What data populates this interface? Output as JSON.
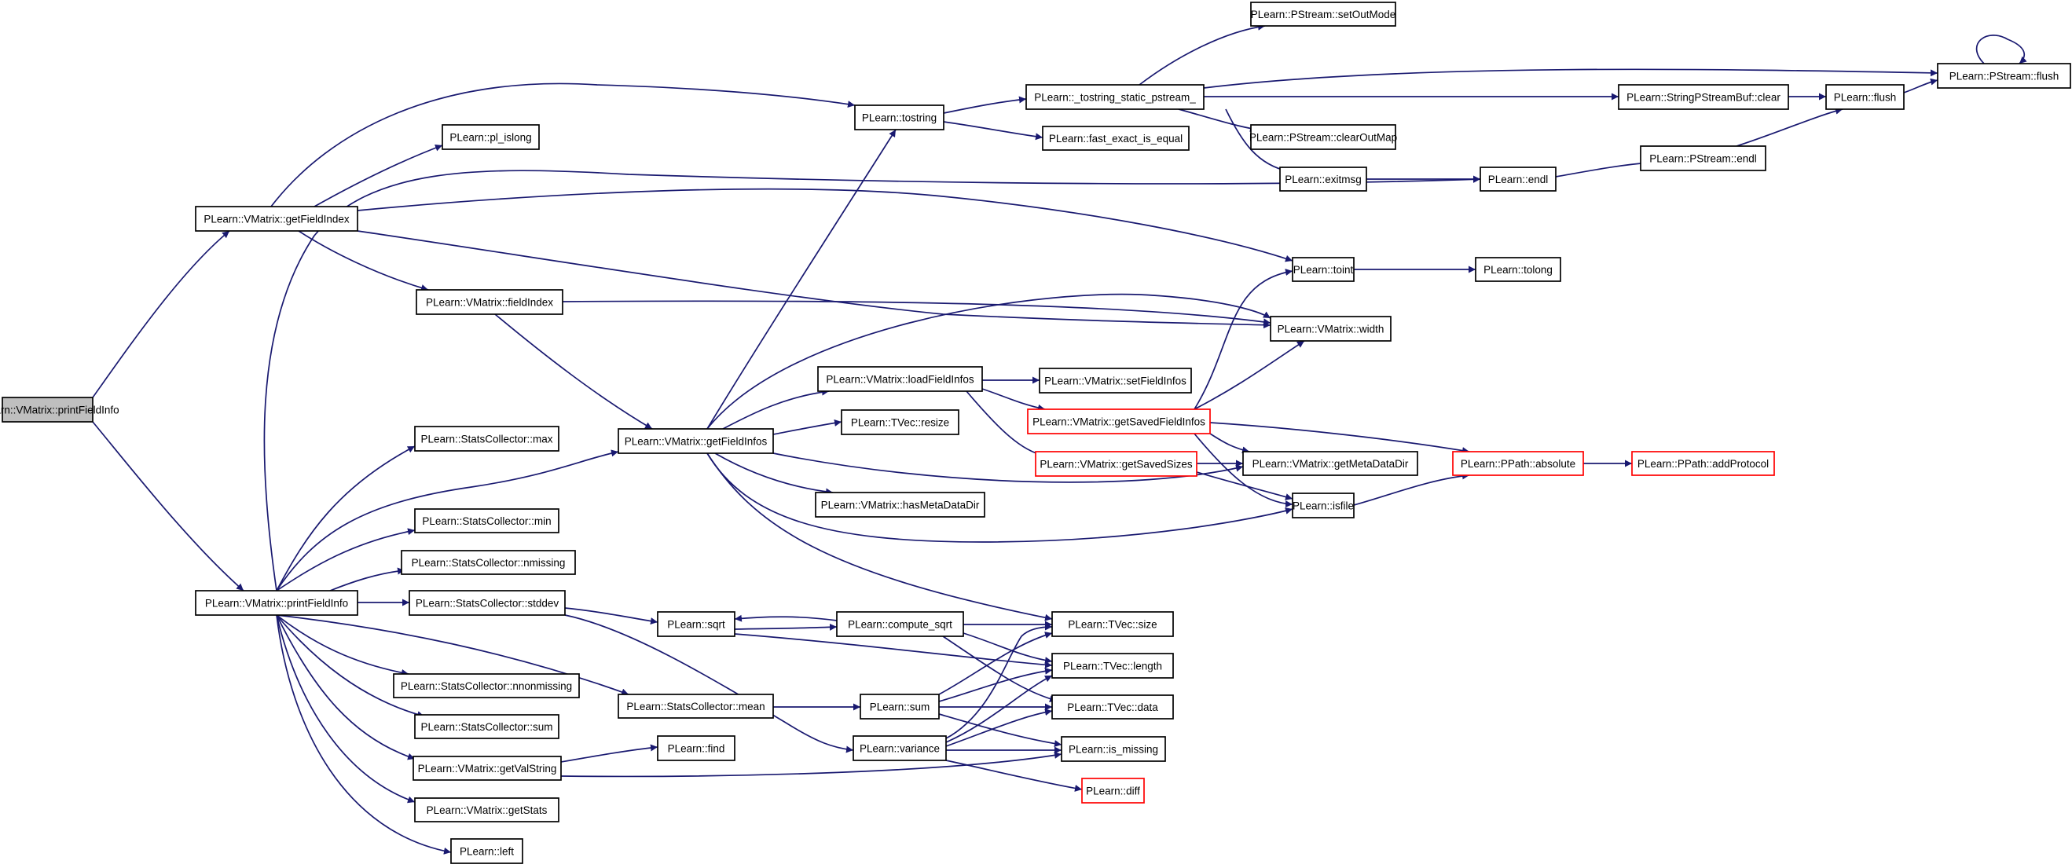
{
  "diagram": {
    "type": "call-graph",
    "colors": {
      "edge": "#191970",
      "node_border": "#000000",
      "truncated_border": "#ff0000",
      "focus_fill": "#bfbfbf",
      "node_fill": "#ffffff"
    },
    "nodes": [
      {
        "id": "root",
        "label": "PLearn::VMatrix::printFieldInfo",
        "state": "focus"
      },
      {
        "id": "getFieldIndex",
        "label": "PLearn::VMatrix::getFieldIndex",
        "state": "normal"
      },
      {
        "id": "printFieldInfo2",
        "label": "PLearn::VMatrix::printFieldInfo",
        "state": "normal"
      },
      {
        "id": "pl_islong",
        "label": "PLearn::pl_islong",
        "state": "normal"
      },
      {
        "id": "fieldIndex",
        "label": "PLearn::VMatrix::fieldIndex",
        "state": "normal"
      },
      {
        "id": "max",
        "label": "PLearn::StatsCollector::max",
        "state": "normal"
      },
      {
        "id": "min",
        "label": "PLearn::StatsCollector::min",
        "state": "normal"
      },
      {
        "id": "nmissing",
        "label": "PLearn::StatsCollector::nmissing",
        "state": "normal"
      },
      {
        "id": "stddev",
        "label": "PLearn::StatsCollector::stddev",
        "state": "normal"
      },
      {
        "id": "nnonmissing",
        "label": "PLearn::StatsCollector::nnonmissing",
        "state": "normal"
      },
      {
        "id": "sumSC",
        "label": "PLearn::StatsCollector::sum",
        "state": "normal"
      },
      {
        "id": "getValString",
        "label": "PLearn::VMatrix::getValString",
        "state": "normal"
      },
      {
        "id": "getStats",
        "label": "PLearn::VMatrix::getStats",
        "state": "normal"
      },
      {
        "id": "left",
        "label": "PLearn::left",
        "state": "normal"
      },
      {
        "id": "tostring",
        "label": "PLearn::tostring",
        "state": "normal"
      },
      {
        "id": "getFieldInfos",
        "label": "PLearn::VMatrix::getFieldInfos",
        "state": "normal"
      },
      {
        "id": "sqrt",
        "label": "PLearn::sqrt",
        "state": "normal"
      },
      {
        "id": "mean",
        "label": "PLearn::StatsCollector::mean",
        "state": "normal"
      },
      {
        "id": "find",
        "label": "PLearn::find",
        "state": "normal"
      },
      {
        "id": "loadFieldInfos",
        "label": "PLearn::VMatrix::loadFieldInfos",
        "state": "normal"
      },
      {
        "id": "resize",
        "label": "PLearn::TVec::resize",
        "state": "normal"
      },
      {
        "id": "hasMetaDataDir",
        "label": "PLearn::VMatrix::hasMetaDataDir",
        "state": "normal"
      },
      {
        "id": "compute_sqrt",
        "label": "PLearn::compute_sqrt",
        "state": "normal"
      },
      {
        "id": "sum",
        "label": "PLearn::sum",
        "state": "normal"
      },
      {
        "id": "variance",
        "label": "PLearn::variance",
        "state": "normal"
      },
      {
        "id": "tostring_static",
        "label": "PLearn::_tostring_static_pstream_",
        "state": "normal"
      },
      {
        "id": "fast_exact",
        "label": "PLearn::fast_exact_is_equal",
        "state": "normal"
      },
      {
        "id": "setFieldInfos",
        "label": "PLearn::VMatrix::setFieldInfos",
        "state": "normal"
      },
      {
        "id": "getSavedFieldInfos",
        "label": "PLearn::VMatrix::getSavedFieldInfos",
        "state": "truncated"
      },
      {
        "id": "getSavedSizes",
        "label": "PLearn::VMatrix::getSavedSizes",
        "state": "truncated"
      },
      {
        "id": "size",
        "label": "PLearn::TVec::size",
        "state": "normal"
      },
      {
        "id": "length",
        "label": "PLearn::TVec::length",
        "state": "normal"
      },
      {
        "id": "data",
        "label": "PLearn::TVec::data",
        "state": "normal"
      },
      {
        "id": "is_missing",
        "label": "PLearn::is_missing",
        "state": "normal"
      },
      {
        "id": "diff",
        "label": "PLearn::diff",
        "state": "truncated"
      },
      {
        "id": "setOutMode",
        "label": "PLearn::PStream::setOutMode",
        "state": "normal"
      },
      {
        "id": "clearOutMap",
        "label": "PLearn::PStream::clearOutMap",
        "state": "normal"
      },
      {
        "id": "exitmsg",
        "label": "PLearn::exitmsg",
        "state": "normal"
      },
      {
        "id": "toint",
        "label": "PLearn::toint",
        "state": "normal"
      },
      {
        "id": "width",
        "label": "PLearn::VMatrix::width",
        "state": "normal"
      },
      {
        "id": "getMetaDataDir",
        "label": "PLearn::VMatrix::getMetaDataDir",
        "state": "normal"
      },
      {
        "id": "isfile",
        "label": "PLearn::isfile",
        "state": "normal"
      },
      {
        "id": "endl",
        "label": "PLearn::endl",
        "state": "normal"
      },
      {
        "id": "tolong",
        "label": "PLearn::tolong",
        "state": "normal"
      },
      {
        "id": "absolute",
        "label": "PLearn::PPath::absolute",
        "state": "truncated"
      },
      {
        "id": "SPSBclear",
        "label": "PLearn::StringPStreamBuf::clear",
        "state": "normal"
      },
      {
        "id": "PSendl",
        "label": "PLearn::PStream::endl",
        "state": "normal"
      },
      {
        "id": "addProtocol",
        "label": "PLearn::PPath::addProtocol",
        "state": "truncated"
      },
      {
        "id": "flush",
        "label": "PLearn::flush",
        "state": "normal"
      },
      {
        "id": "PSflush",
        "label": "PLearn::PStream::flush",
        "state": "normal"
      }
    ],
    "edges": [
      [
        "root",
        "getFieldIndex"
      ],
      [
        "root",
        "printFieldInfo2"
      ],
      [
        "getFieldIndex",
        "tostring"
      ],
      [
        "getFieldIndex",
        "pl_islong"
      ],
      [
        "getFieldIndex",
        "fieldIndex"
      ],
      [
        "getFieldIndex",
        "toint"
      ],
      [
        "getFieldIndex",
        "width"
      ],
      [
        "fieldIndex",
        "width"
      ],
      [
        "fieldIndex",
        "getFieldInfos"
      ],
      [
        "printFieldInfo2",
        "endl"
      ],
      [
        "printFieldInfo2",
        "max"
      ],
      [
        "printFieldInfo2",
        "getFieldInfos"
      ],
      [
        "printFieldInfo2",
        "min"
      ],
      [
        "printFieldInfo2",
        "nmissing"
      ],
      [
        "printFieldInfo2",
        "stddev"
      ],
      [
        "printFieldInfo2",
        "mean"
      ],
      [
        "printFieldInfo2",
        "nnonmissing"
      ],
      [
        "printFieldInfo2",
        "sumSC"
      ],
      [
        "printFieldInfo2",
        "getValString"
      ],
      [
        "printFieldInfo2",
        "getStats"
      ],
      [
        "printFieldInfo2",
        "left"
      ],
      [
        "getFieldInfos",
        "tostring"
      ],
      [
        "getFieldInfos",
        "width"
      ],
      [
        "getFieldInfos",
        "loadFieldInfos"
      ],
      [
        "getFieldInfos",
        "resize"
      ],
      [
        "getFieldInfos",
        "hasMetaDataDir"
      ],
      [
        "getFieldInfos",
        "getMetaDataDir"
      ],
      [
        "getFieldInfos",
        "isfile"
      ],
      [
        "getFieldInfos",
        "size"
      ],
      [
        "stddev",
        "sqrt"
      ],
      [
        "stddev",
        "variance"
      ],
      [
        "sqrt",
        "compute_sqrt"
      ],
      [
        "sqrt",
        "length"
      ],
      [
        "compute_sqrt",
        "sqrt"
      ],
      [
        "compute_sqrt",
        "size"
      ],
      [
        "compute_sqrt",
        "length"
      ],
      [
        "compute_sqrt",
        "data"
      ],
      [
        "mean",
        "sum"
      ],
      [
        "getValString",
        "find"
      ],
      [
        "getValString",
        "is_missing"
      ],
      [
        "sum",
        "size"
      ],
      [
        "sum",
        "length"
      ],
      [
        "sum",
        "data"
      ],
      [
        "sum",
        "is_missing"
      ],
      [
        "variance",
        "size"
      ],
      [
        "variance",
        "length"
      ],
      [
        "variance",
        "data"
      ],
      [
        "variance",
        "is_missing"
      ],
      [
        "variance",
        "diff"
      ],
      [
        "loadFieldInfos",
        "setFieldInfos"
      ],
      [
        "loadFieldInfos",
        "getSavedFieldInfos"
      ],
      [
        "loadFieldInfos",
        "getSavedSizes"
      ],
      [
        "getSavedFieldInfos",
        "toint"
      ],
      [
        "getSavedFieldInfos",
        "width"
      ],
      [
        "getSavedFieldInfos",
        "getMetaDataDir"
      ],
      [
        "getSavedFieldInfos",
        "isfile"
      ],
      [
        "getSavedFieldInfos",
        "absolute"
      ],
      [
        "getSavedSizes",
        "getMetaDataDir"
      ],
      [
        "getSavedSizes",
        "isfile"
      ],
      [
        "tostring",
        "tostring_static"
      ],
      [
        "tostring",
        "fast_exact"
      ],
      [
        "tostring_static",
        "setOutMode"
      ],
      [
        "tostring_static",
        "PSflush"
      ],
      [
        "tostring_static",
        "SPSBclear"
      ],
      [
        "tostring_static",
        "clearOutMap"
      ],
      [
        "tostring_static",
        "exitmsg"
      ],
      [
        "exitmsg",
        "endl"
      ],
      [
        "endl",
        "PSendl"
      ],
      [
        "PSendl",
        "flush"
      ],
      [
        "SPSBclear",
        "flush"
      ],
      [
        "flush",
        "PSflush"
      ],
      [
        "PSflush",
        "PSflush"
      ],
      [
        "toint",
        "tolong"
      ],
      [
        "isfile",
        "absolute"
      ],
      [
        "absolute",
        "addProtocol"
      ]
    ]
  }
}
